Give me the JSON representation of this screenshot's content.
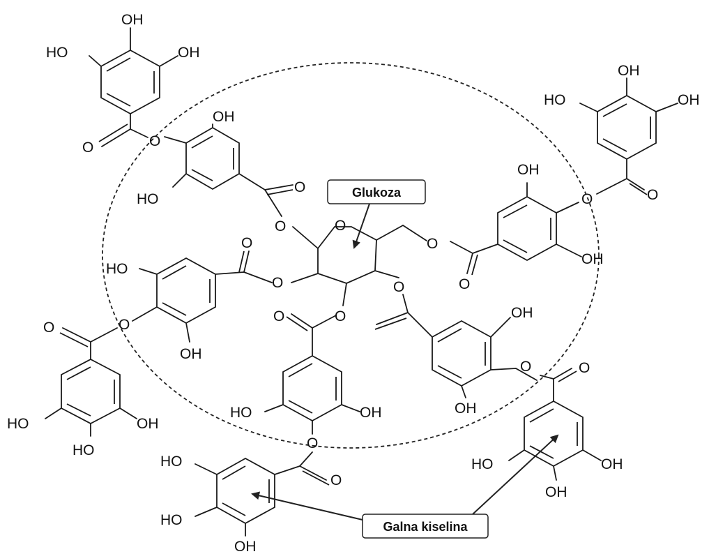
{
  "labels": {
    "glukoza": "Glukoza",
    "galna_kiselina": "Galna kiselina"
  },
  "atoms": {
    "OH": "OH",
    "HO": "HO",
    "O": "O"
  },
  "colors": {
    "ink": "#1a1a1a",
    "background": "#ffffff"
  }
}
